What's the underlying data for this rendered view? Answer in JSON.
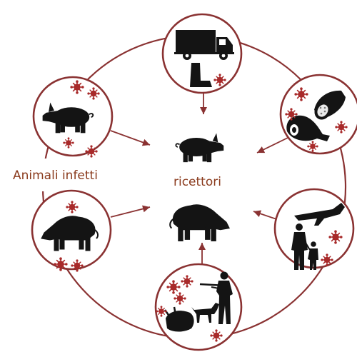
{
  "labels": {
    "infected_animals": "Animali infetti",
    "receptors": "ricettori"
  },
  "colors": {
    "ring": "#8a3232",
    "virus": "#a82a2a",
    "silhouette": "#141414",
    "label_text": "#8a3a1c",
    "background": "#ffffff"
  },
  "nodes": [
    {
      "id": "truck-and-boot",
      "icons": [
        "truck-icon",
        "rubber-boot-icon",
        "virus-icon"
      ]
    },
    {
      "id": "meat-products",
      "icons": [
        "salami-icon",
        "ham-icon",
        "virus-icon"
      ]
    },
    {
      "id": "travel",
      "icons": [
        "airplane-icon",
        "adult-with-child-icon",
        "virus-icon"
      ]
    },
    {
      "id": "hunting",
      "icons": [
        "hunter-icon",
        "hunting-dog-icon",
        "dead-boar-icon",
        "virus-icon"
      ]
    },
    {
      "id": "infected-wild-boar",
      "icons": [
        "wild-boar-icon",
        "virus-icon"
      ]
    },
    {
      "id": "infected-pig",
      "icons": [
        "pig-icon",
        "virus-icon"
      ]
    }
  ],
  "center_icons": [
    "pig-icon",
    "wild-boar-icon"
  ]
}
